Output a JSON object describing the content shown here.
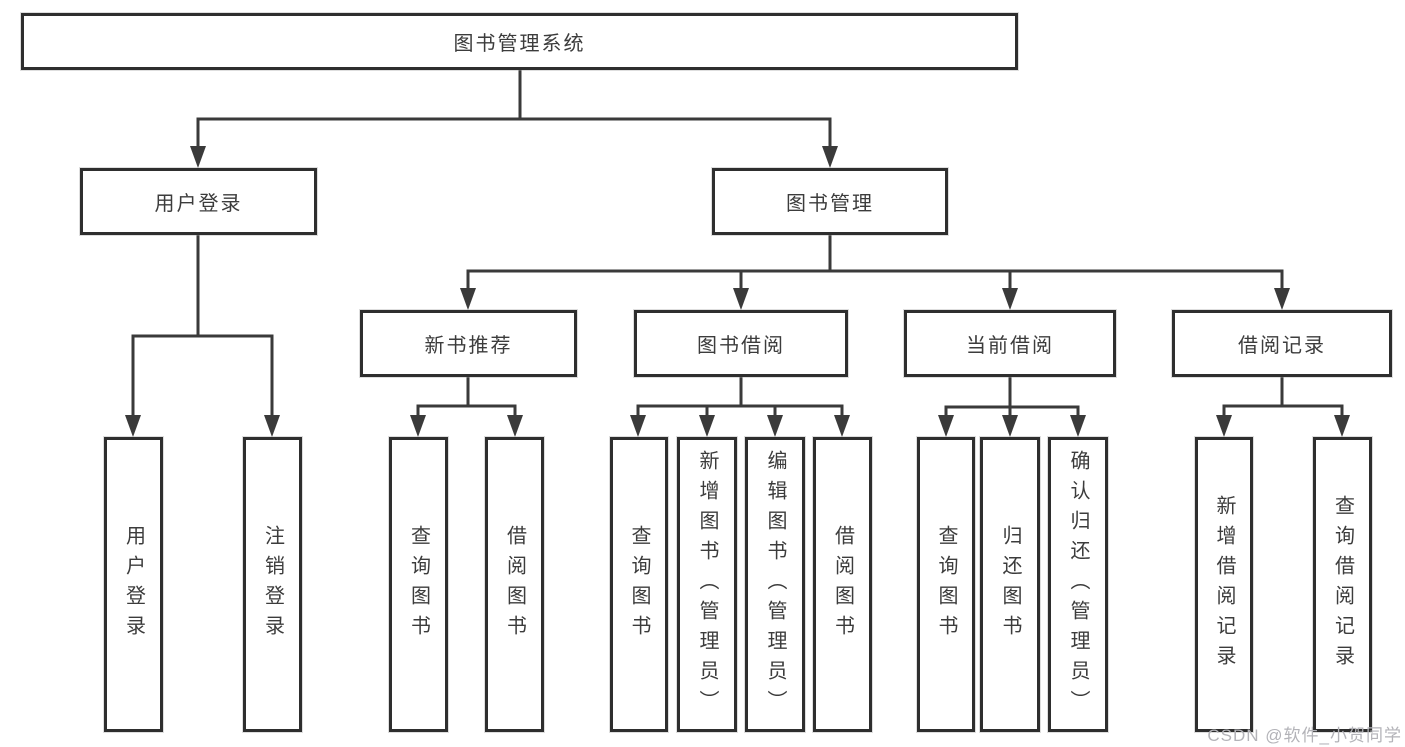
{
  "tree": {
    "label": "图书管理系统",
    "children": [
      {
        "label": "用户登录",
        "children": [
          {
            "label": "用户登录"
          },
          {
            "label": "注销登录"
          }
        ]
      },
      {
        "label": "图书管理",
        "children": [
          {
            "label": "新书推荐",
            "children": [
              {
                "label": "查询图书"
              },
              {
                "label": "借阅图书"
              }
            ]
          },
          {
            "label": "图书借阅",
            "children": [
              {
                "label": "查询图书"
              },
              {
                "label": "新增图书（管理员）"
              },
              {
                "label": "编辑图书（管理员）"
              },
              {
                "label": "借阅图书"
              }
            ]
          },
          {
            "label": "当前借阅",
            "children": [
              {
                "label": "查询图书"
              },
              {
                "label": "归还图书"
              },
              {
                "label": "确认归还（管理员）"
              }
            ]
          },
          {
            "label": "借阅记录",
            "children": [
              {
                "label": "新增借阅记录"
              },
              {
                "label": "查询借阅记录"
              }
            ]
          }
        ]
      }
    ]
  },
  "watermark": "CSDN @软件_小贺同学",
  "colors": {
    "line": "#3a3a3a",
    "box_border": "#2e2e2e",
    "text": "#3c3c3c",
    "watermark": "#b3b3b8",
    "bg": "#ffffff"
  }
}
